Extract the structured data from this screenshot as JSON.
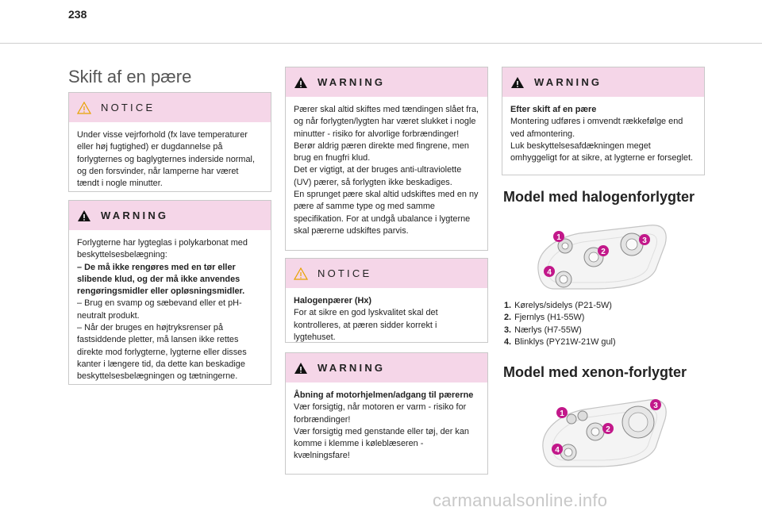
{
  "page_number": "238",
  "title": "Skift af en pære",
  "labels": {
    "notice": "NOTICE",
    "warning": "WARNING"
  },
  "col1": {
    "notice_text": "Under visse vejrforhold (fx lave temperaturer eller høj fugtighed) er dugdannelse på forlygternes og baglygternes inderside normal, og den forsvinder, når lamperne har været tændt i nogle minutter.",
    "warning_lines": [
      "Forlygterne har lygteglas i polykarbonat med beskyttelsesbelægning:",
      "– De må ikke rengøres med en tør eller slibende klud, og der må ikke anvendes rengøringsmidler eller opløsningsmidler.",
      "– Brug en svamp og sæbevand eller et pH-neutralt produkt.",
      "– Når der bruges en højtryksrenser på fastsiddende pletter, må lansen ikke rettes direkte mod forlygterne, lygterne eller disses kanter i længere tid, da dette kan beskadige beskyttelsesbelægningen og tætningerne."
    ]
  },
  "col2": {
    "warning1_lines": [
      "Pærer skal altid skiftes med tændingen slået fra, og når forlygten/lygten har været slukket i nogle minutter - risiko for alvorlige forbrændinger!",
      "Berør aldrig pæren direkte med fingrene, men brug en fnugfri klud.",
      "Det er vigtigt, at der bruges anti-ultraviolette (UV) pærer, så forlygten ikke beskadiges.",
      "En sprunget pære skal altid udskiftes med en ny pære af samme type og med samme specifikation. For at undgå ubalance i lygterne skal pærerne udskiftes parvis."
    ],
    "notice_heading": "Halogenpærer (Hx)",
    "notice_text": "For at sikre en god lyskvalitet skal det kontrolleres, at pæren sidder korrekt i lygtehuset.",
    "warning2_heading": "Åbning af motorhjelmen/adgang til pærerne",
    "warning2_lines": [
      "Vær forsigtig, når motoren er varm - risiko for forbrændinger!",
      "Vær forsigtig med genstande eller tøj, der kan komme i klemme i køleblæseren -kvælningsfare!"
    ]
  },
  "col3": {
    "warning_heading": "Efter skift af en pære",
    "warning_lines": [
      "Montering udføres i omvendt rækkefølge end ved afmontering.",
      "Luk beskyttelsesafdækningen meget omhyggeligt for at sikre, at lygterne er forseglet."
    ],
    "halogen_title": "Model med halogenforlygter",
    "halogen_list": [
      {
        "num": "1.",
        "text": "Kørelys/sidelys (P21-5W)"
      },
      {
        "num": "2.",
        "text": "Fjernlys (H1-55W)"
      },
      {
        "num": "3.",
        "text": "Nærlys (H7-55W)"
      },
      {
        "num": "4.",
        "text": "Blinklys (PY21W-21W gul)"
      }
    ],
    "xenon_title": "Model med xenon-forlygter",
    "callouts": [
      "1",
      "2",
      "3",
      "4"
    ]
  },
  "watermark": "carmanualsonline.info",
  "colors": {
    "header_bg": "#f5d6e8",
    "callout": "#c2188a",
    "border": "#c9c9c9"
  }
}
